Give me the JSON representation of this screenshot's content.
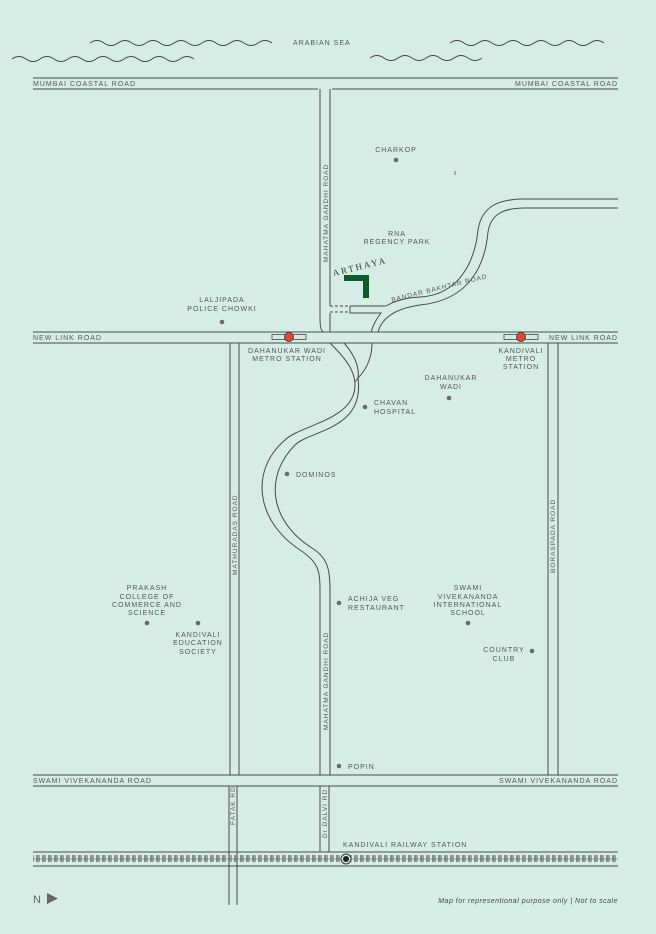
{
  "sea": {
    "label": "ARABIAN SEA"
  },
  "roads": {
    "coastal_left": "MUMBAI COASTAL ROAD",
    "coastal_right": "MUMBAI COASTAL ROAD",
    "mg_north": "MAHATMA GANDHI ROAD",
    "mg_south": "MAHATMA GANDHI ROAD",
    "bandar": "BANDAR BAKHTAR ROAD",
    "new_link_left": "NEW LINK ROAD",
    "new_link_right": "NEW LINK ROAD",
    "mathuradas": "MATHURADAS ROAD",
    "borapada": "BORASPADA ROAD",
    "svr_left": "SWAMI VIVEKANANDA ROAD",
    "svr_right": "SWAMI VIVEKANANDA ROAD",
    "fatak": "FATAK RD",
    "dalvi": "Dr DALVI RD"
  },
  "project": {
    "name": "ARTHAYA",
    "color": "#0d5a2a"
  },
  "metro_color": "#e8452c",
  "places": {
    "charkop": "CHARKOP",
    "rna": [
      "RNA",
      "REGENCY PARK"
    ],
    "laljipada": [
      "LALJIPADA",
      "POLICE CHOWKI"
    ],
    "dahanukar_metro": [
      "DAHANUKAR WADI",
      "METRO STATION"
    ],
    "kandivali_metro": [
      "KANDIVALI",
      "METRO",
      "STATION"
    ],
    "dahanukar_wadi": [
      "DAHANUKAR",
      "WADI"
    ],
    "chavan": [
      "CHAVAN",
      "HOSPITAL"
    ],
    "dominos": "DOMINOS",
    "prakash": [
      "PRAKASH",
      "COLLEGE OF",
      "COMMERCE AND",
      "SCIENCE"
    ],
    "kes": [
      "KANDIVALI",
      "EDUCATION",
      "SOCIETY"
    ],
    "achija": [
      "ACHIJA VEG",
      "RESTAURANT"
    ],
    "svis": [
      "SWAMI",
      "VIVEKANANDA",
      "INTERNATIONAL",
      "SCHOOL"
    ],
    "country_club": [
      "COUNTRY",
      "CLUB"
    ],
    "popin": "POPIN",
    "railway": "KANDIVALI RAILWAY STATION"
  },
  "compass": {
    "label": "N"
  },
  "footer": {
    "disclaimer": "Map for representional purpose only",
    "separator": "|",
    "scale_note": "Not to scale"
  }
}
